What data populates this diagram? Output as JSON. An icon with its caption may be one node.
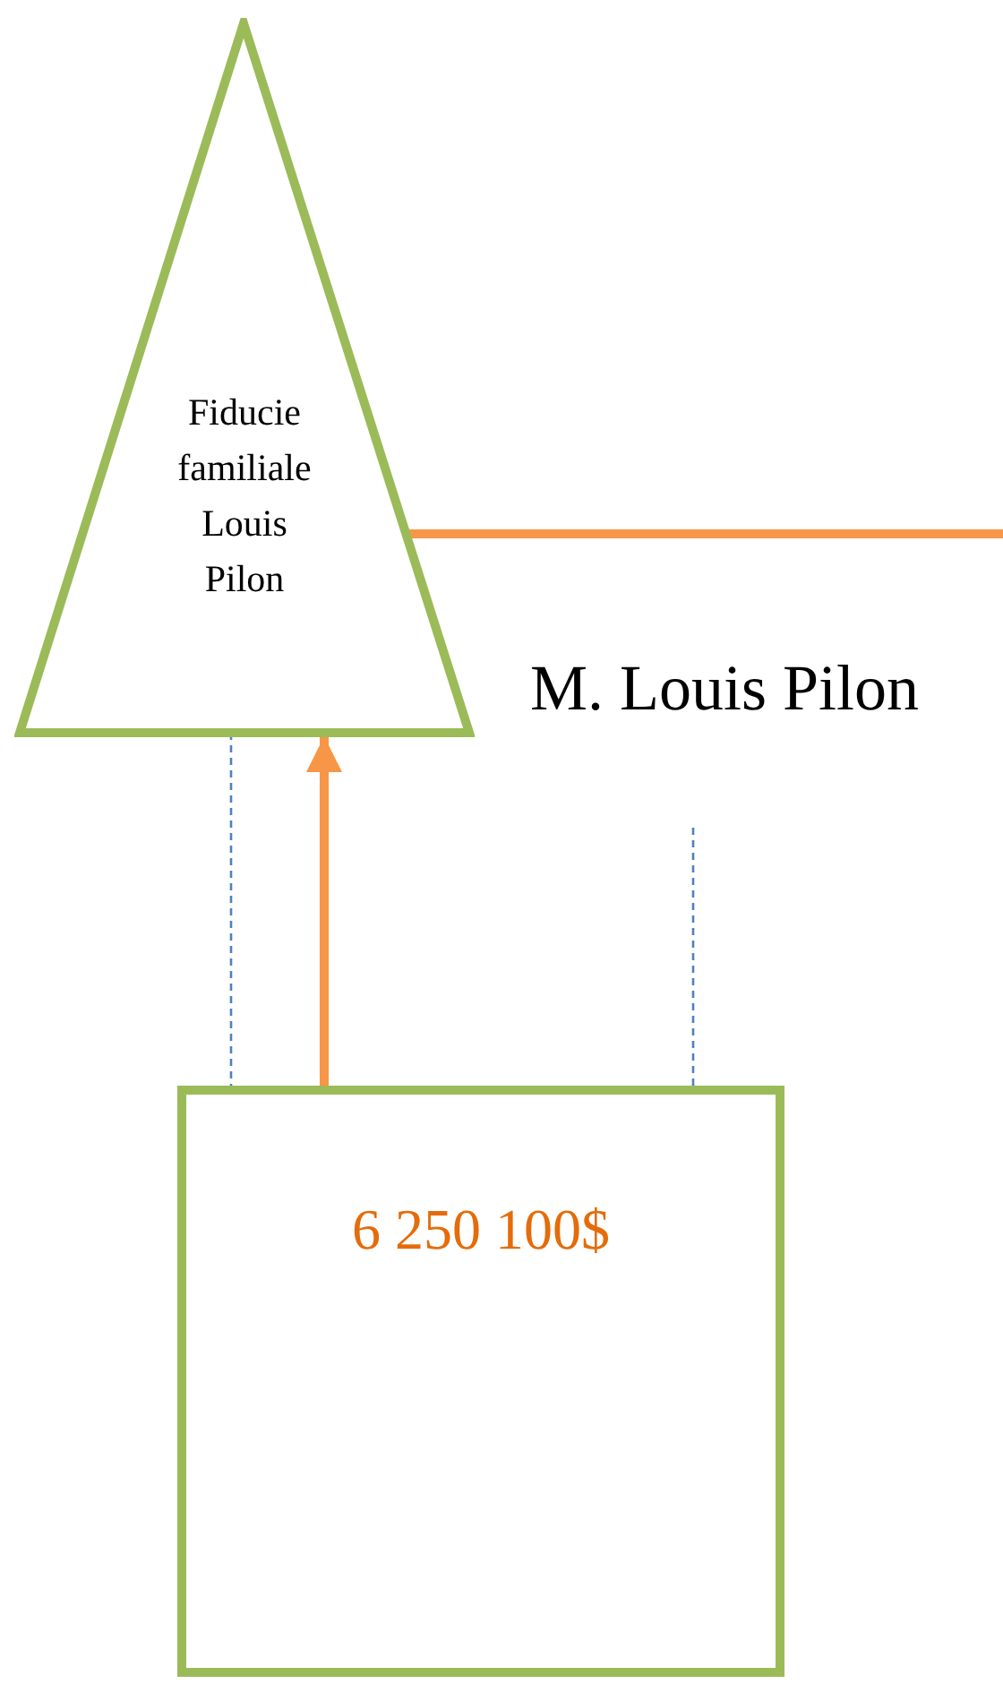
{
  "diagram": {
    "nodes": [
      {
        "text": [
          "Fiducie familiale Louis Pilon"
        ]
      },
      {
        "text": [
          "6 250 100$"
        ]
      }
    ],
    "edges": [
      {
        "from": 0,
        "to": null,
        "arrow": "none",
        "style": "thick",
        "color": "#f79646"
      },
      {
        "from": 1,
        "to": 0,
        "arrow": "to",
        "style": "thick",
        "color": "#f79646"
      },
      {
        "from": 0,
        "to": 1,
        "arrow": "none",
        "style": "dashed",
        "color": "#4f81bd"
      },
      {
        "from": null,
        "to": 1,
        "arrow": "none",
        "style": "dashed",
        "color": "#4f81bd"
      }
    ],
    "labels": [
      "M. Louis Pilon"
    ]
  }
}
